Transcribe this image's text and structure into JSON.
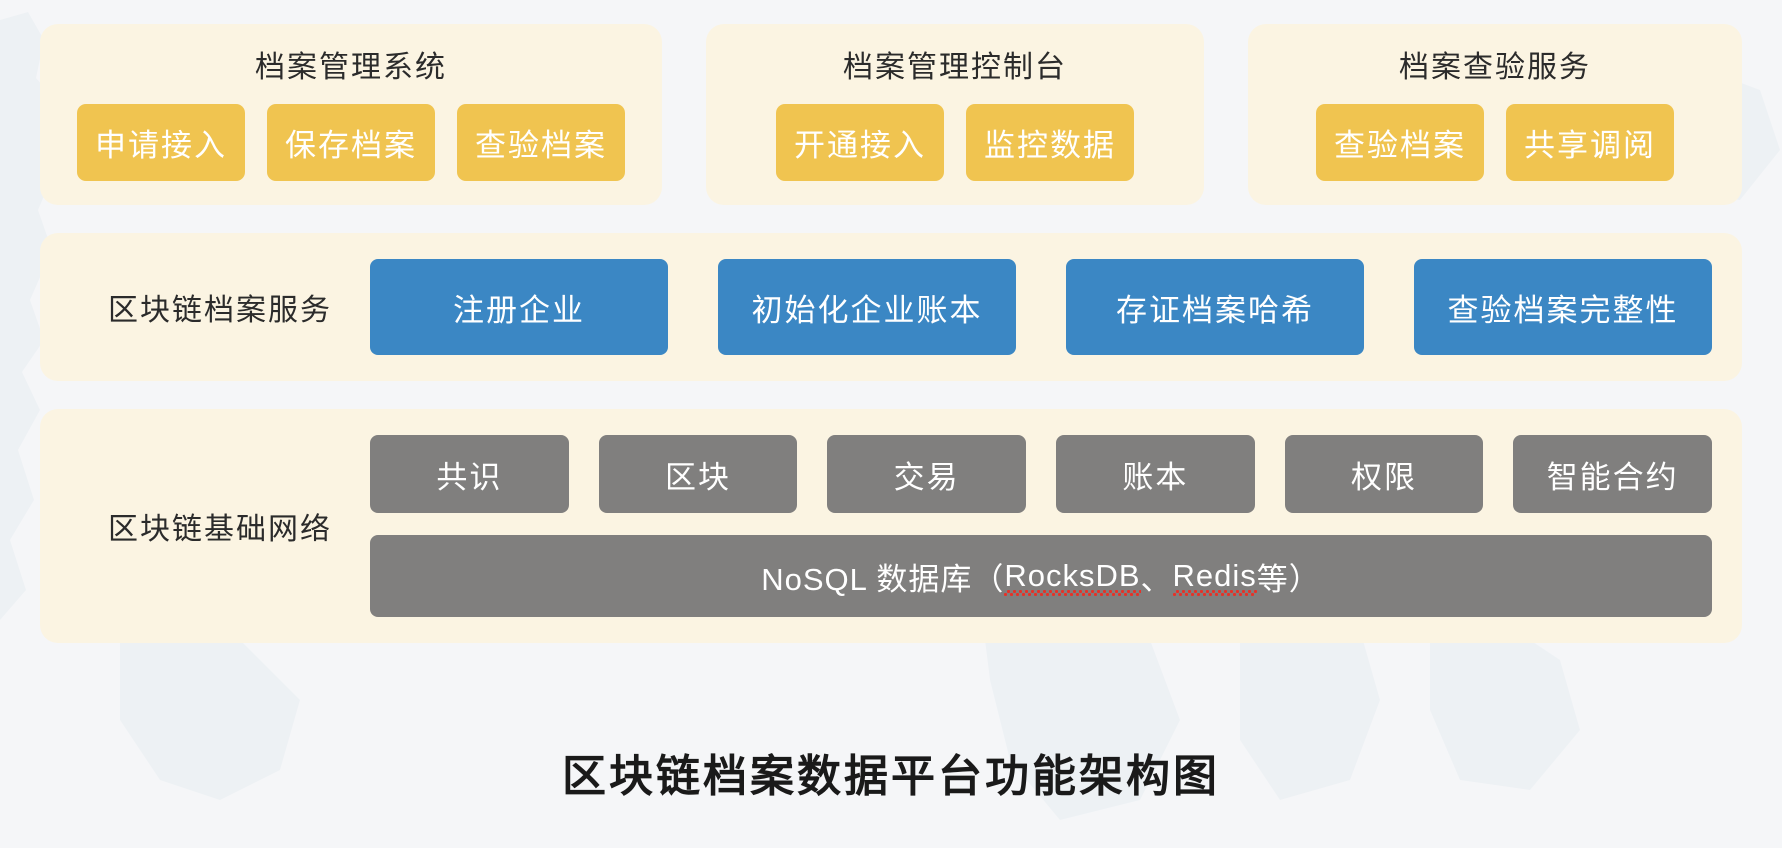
{
  "figure": {
    "caption": "区块链档案数据平台功能架构图"
  },
  "application_layer": {
    "panels": [
      {
        "title": "档案管理系统",
        "chips": [
          "申请接入",
          "保存档案",
          "查验档案"
        ]
      },
      {
        "title": "档案管理控制台",
        "chips": [
          "开通接入",
          "监控数据"
        ]
      },
      {
        "title": "档案查验服务",
        "chips": [
          "查验档案",
          "共享调阅"
        ]
      }
    ]
  },
  "service_layer": {
    "label": "区块链档案服务",
    "modules": [
      "注册企业",
      "初始化企业账本",
      "存证档案哈希",
      "查验档案完整性"
    ]
  },
  "infrastructure_layer": {
    "label": "区块链基础网络",
    "components": [
      "共识",
      "区块",
      "交易",
      "账本",
      "权限",
      "智能合约"
    ],
    "database": {
      "prefix": "NoSQL 数据库（",
      "item1": "RocksDB",
      "separator": "、",
      "item2": "Redis",
      "suffix": " 等）"
    }
  },
  "colors": {
    "page_background": "#f5f6f8",
    "panel_background": "#fbf4e2",
    "chip_yellow": "#f0c450",
    "module_blue": "#3b87c4",
    "component_gray": "#807f7e",
    "text_dark": "#2b2b2b",
    "spellcheck_underline": "#e53228",
    "map_watermark": "#e8edf2"
  }
}
